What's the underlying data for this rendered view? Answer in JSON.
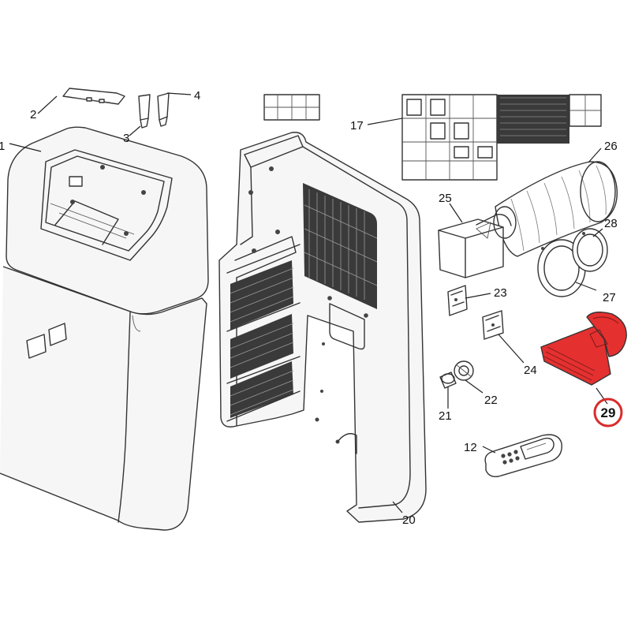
{
  "highlight": {
    "part": "29",
    "color": "#e53030",
    "ring_color": "#d92b2b"
  },
  "labels": {
    "p1": "1",
    "p2": "2",
    "p3": "3",
    "p4": "4",
    "p12": "12",
    "p17": "17",
    "p20": "20",
    "p21": "21",
    "p22": "22",
    "p23": "23",
    "p24": "24",
    "p25": "25",
    "p26": "26",
    "p27": "27",
    "p28": "28",
    "p29": "29"
  }
}
